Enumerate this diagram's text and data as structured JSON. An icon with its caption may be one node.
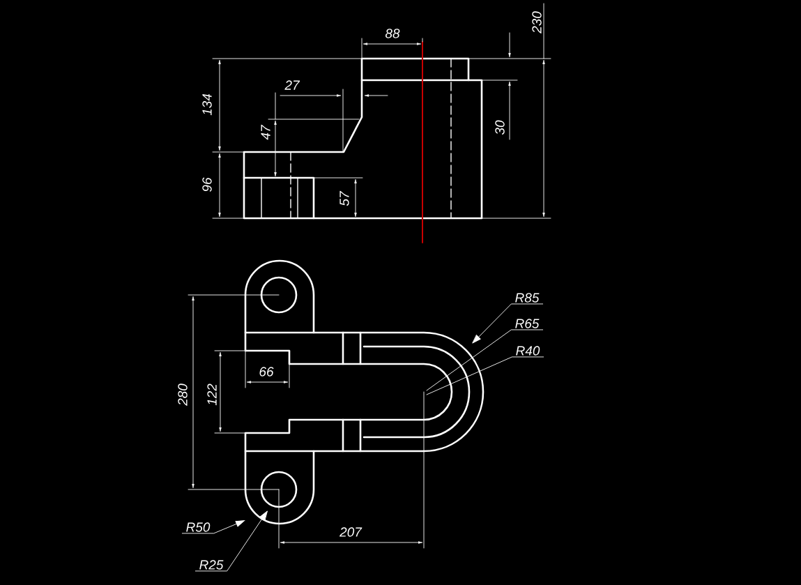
{
  "diagram": {
    "nodes": [
      {
        "text": [
          "R85"
        ]
      },
      {
        "text": [
          "R65"
        ]
      },
      {
        "text": [
          "R40"
        ]
      },
      {
        "text": [
          "R50"
        ]
      },
      {
        "text": [
          "R25"
        ]
      },
      {
        "text": [],
        "shape": "picture"
      }
    ],
    "edges": [
      {
        "from": 0,
        "to": 5,
        "arrow": "to"
      },
      {
        "from": 1,
        "to": 5,
        "arrow": "none"
      },
      {
        "from": 2,
        "to": 5,
        "arrow": "none"
      },
      {
        "from": 3,
        "to": 5,
        "arrow": "to"
      },
      {
        "from": 4,
        "to": 5,
        "arrow": "to"
      }
    ],
    "labels": [
      "230",
      "88",
      "27",
      "134",
      "30",
      "47",
      "96",
      "57",
      "280",
      "122",
      "66",
      "207"
    ]
  }
}
